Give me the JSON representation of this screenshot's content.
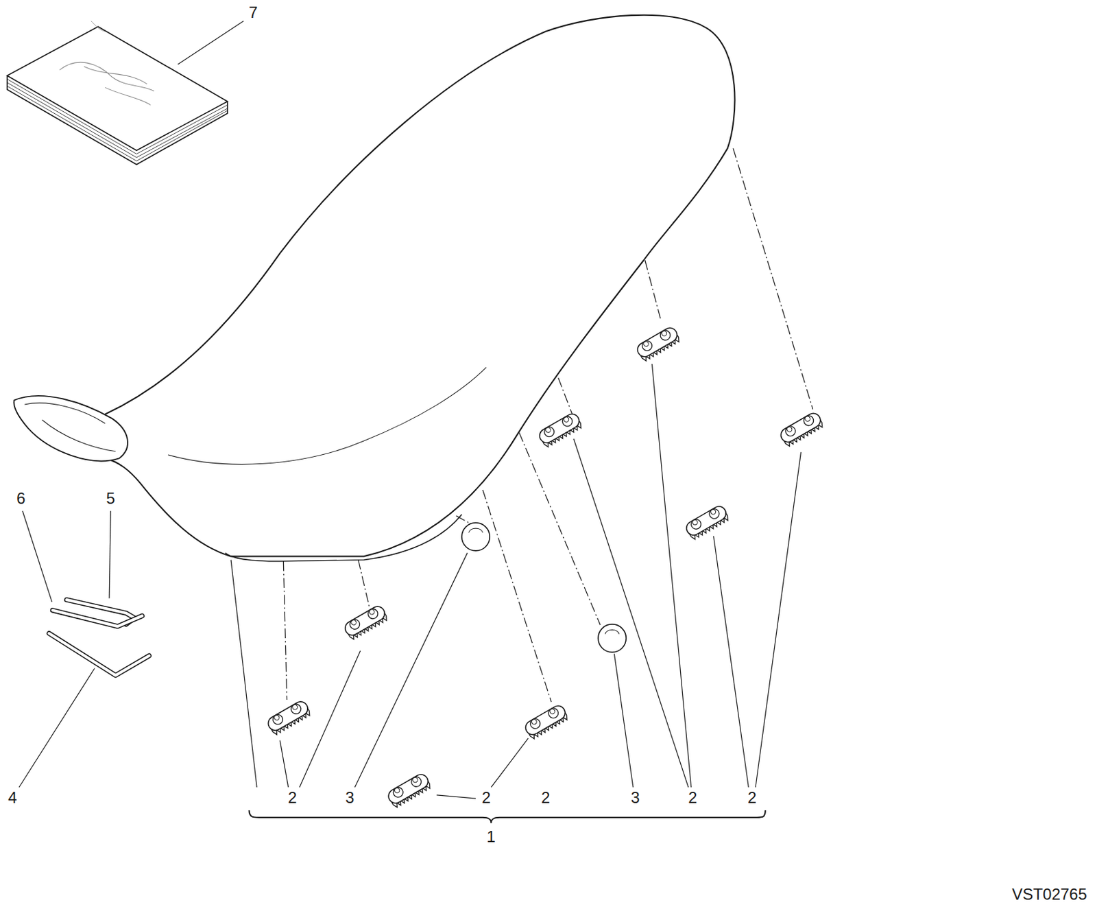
{
  "diagram": {
    "labels": [
      "7",
      "6",
      "5",
      "4",
      "2",
      "2",
      "3",
      "2",
      "3",
      "2",
      "2",
      "1",
      "VST02765"
    ]
  }
}
